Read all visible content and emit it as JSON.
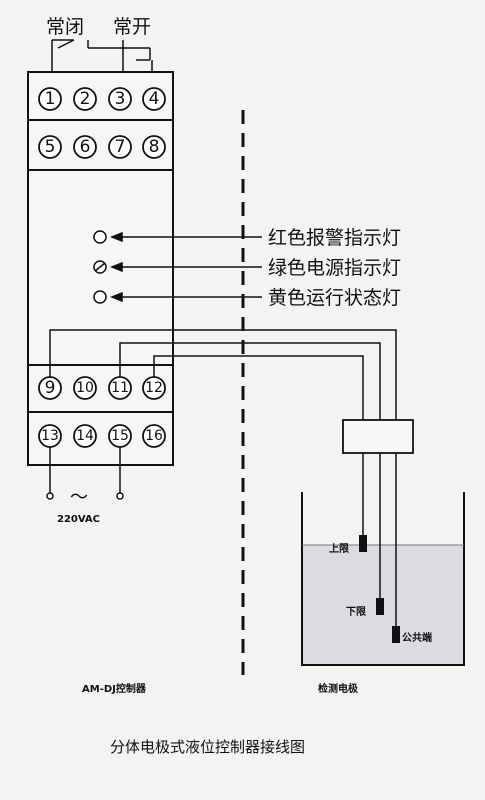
{
  "contacts": {
    "normally_closed": "常闭",
    "normally_open": "常开"
  },
  "terminals": {
    "row1": [
      "1",
      "2",
      "3",
      "4"
    ],
    "row2": [
      "5",
      "6",
      "7",
      "8"
    ],
    "row3": [
      "9",
      "10",
      "11",
      "12"
    ],
    "row4": [
      "13",
      "14",
      "15",
      "16"
    ]
  },
  "indicators": {
    "red": "红色报警指示灯",
    "green": "绿色电源指示灯",
    "yellow": "黄色运行状态灯"
  },
  "power": {
    "symbol": "～",
    "voltage": "220VAC"
  },
  "electrodes": {
    "upper": "上限",
    "lower": "下限",
    "common": "公共端"
  },
  "captions": {
    "controller": "AM-DJ控制器",
    "electrode": "检测电极",
    "figure": "分体电极式液位控制器接线图"
  }
}
